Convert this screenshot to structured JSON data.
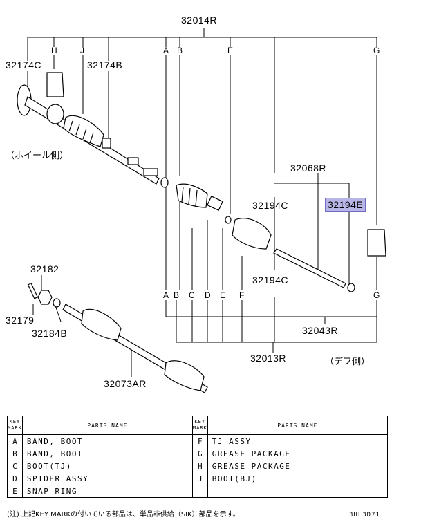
{
  "diagram": {
    "assembly_labels": {
      "p32014R": "32014R",
      "p32174C": "32174C",
      "p32174B": "32174B",
      "p32068R": "32068R",
      "p32194C_top": "32194C",
      "p32194E": "32194E",
      "p32194C_bottom": "32194C",
      "p32043R": "32043R",
      "p32013R": "32013R",
      "p32182": "32182",
      "p32179": "32179",
      "p32184B": "32184B",
      "p32073AR": "32073AR"
    },
    "key_letters": {
      "top_H": "H",
      "top_J": "J",
      "top_A": "A",
      "top_B": "B",
      "top_E": "E",
      "top_G": "G",
      "bot_A": "A",
      "bot_B": "B",
      "bot_C": "C",
      "bot_D": "D",
      "bot_E": "E",
      "bot_F": "F",
      "bot_G": "G"
    },
    "wheel_side": "（ホイール側）",
    "diff_side": "（デフ側）",
    "highlight_color": "#b7b5e6"
  },
  "parts_table": {
    "header": {
      "key_mark_1": "KEY",
      "key_mark_2": "MARK",
      "parts_name": "PARTS NAME"
    },
    "rows": [
      {
        "left_key": "A",
        "left_name": "BAND, BOOT",
        "right_key": "F",
        "right_name": "TJ ASSY"
      },
      {
        "left_key": "B",
        "left_name": "BAND, BOOT",
        "right_key": "G",
        "right_name": "GREASE PACKAGE"
      },
      {
        "left_key": "C",
        "left_name": "BOOT(TJ)",
        "right_key": "H",
        "right_name": "GREASE PACKAGE"
      },
      {
        "left_key": "D",
        "left_name": "SPIDER ASSY",
        "right_key": "J",
        "right_name": "BOOT(BJ)"
      },
      {
        "left_key": "E",
        "left_name": "SNAP RING",
        "right_key": "",
        "right_name": ""
      }
    ]
  },
  "footnote": "(注) 上記KEY MARKの付いている部品は、単品非供給（SIK）部品を示す。",
  "diagram_code": "3HL3D71"
}
